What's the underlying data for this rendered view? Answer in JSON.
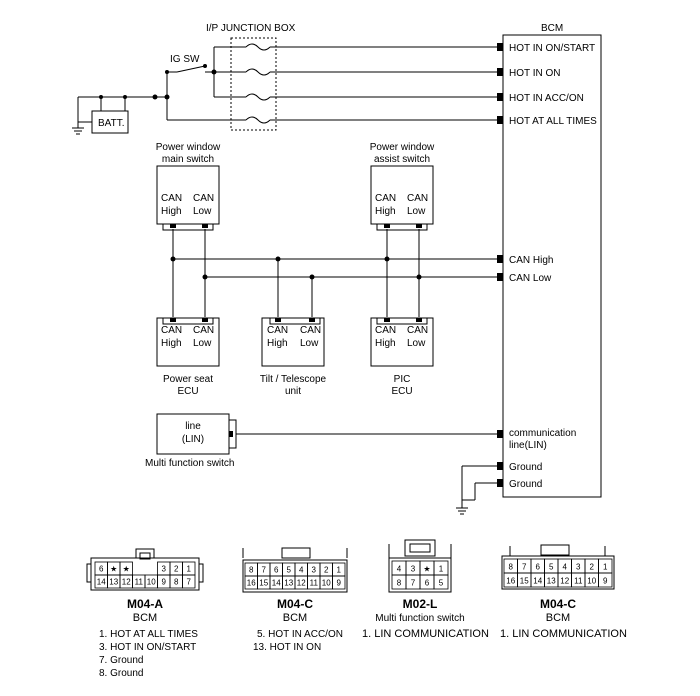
{
  "bcm": {
    "title": "BCM",
    "pins": [
      "HOT IN ON/START",
      "HOT IN ON",
      "HOT IN ACC/ON",
      "HOT AT ALL TIMES",
      "CAN High",
      "CAN Low",
      "communication",
      "line(LIN)",
      "Ground",
      "Ground"
    ]
  },
  "junction_box": {
    "label": "I/P JUNCTION BOX"
  },
  "ig_switch": {
    "label": "IG SW"
  },
  "battery": {
    "label": "BATT."
  },
  "modules": {
    "pw_main": {
      "caption1": "Power window",
      "caption2": "main switch",
      "pin1a": "CAN",
      "pin1b": "High",
      "pin2a": "CAN",
      "pin2b": "Low"
    },
    "pw_assist": {
      "caption1": "Power window",
      "caption2": "assist switch",
      "pin1a": "CAN",
      "pin1b": "High",
      "pin2a": "CAN",
      "pin2b": "Low"
    },
    "power_seat": {
      "caption1": "Power seat",
      "caption2": "ECU",
      "pin1a": "CAN",
      "pin1b": "High",
      "pin2a": "CAN",
      "pin2b": "Low"
    },
    "tilt": {
      "caption1": "Tilt / Telescope",
      "caption2": "unit",
      "pin1a": "CAN",
      "pin1b": "High",
      "pin2a": "CAN",
      "pin2b": "Low"
    },
    "pic": {
      "caption1": "PIC",
      "caption2": "ECU",
      "pin1a": "CAN",
      "pin1b": "High",
      "pin2a": "CAN",
      "pin2b": "Low"
    },
    "mfs": {
      "line1": "line",
      "line2": "(LIN)",
      "caption": "Multi function switch"
    }
  },
  "connectors": [
    {
      "id": "M04-A",
      "name": "BCM",
      "row1": [
        "6",
        "★",
        "★",
        "",
        "",
        "3",
        "2",
        "1"
      ],
      "row2": [
        "14",
        "13",
        "12",
        "11",
        "10",
        "9",
        "8",
        "7"
      ],
      "notes": [
        "1. HOT AT ALL TIMES",
        "3. HOT IN ON/START",
        "7. Ground",
        "8. Ground"
      ]
    },
    {
      "id": "M04-C",
      "name": "BCM",
      "row1": [
        "8",
        "7",
        "6",
        "5",
        "4",
        "3",
        "2",
        "1"
      ],
      "row2": [
        "16",
        "15",
        "14",
        "13",
        "12",
        "11",
        "10",
        "9"
      ],
      "notes": [
        "5. HOT IN ACC/ON",
        "13. HOT IN ON"
      ]
    },
    {
      "id": "M02-L",
      "name": "Multi function switch",
      "row1": [
        "4",
        "3",
        "★",
        "1"
      ],
      "row2": [
        "8",
        "7",
        "6",
        "5"
      ],
      "notes": [
        "1. LIN COMMUNICATION"
      ]
    },
    {
      "id": "M04-C",
      "name": "BCM",
      "row1": [
        "8",
        "7",
        "6",
        "5",
        "4",
        "3",
        "2",
        "1"
      ],
      "row2": [
        "16",
        "15",
        "14",
        "13",
        "12",
        "11",
        "10",
        "9"
      ],
      "notes": [
        "1. LIN COMMUNICATION"
      ]
    }
  ]
}
